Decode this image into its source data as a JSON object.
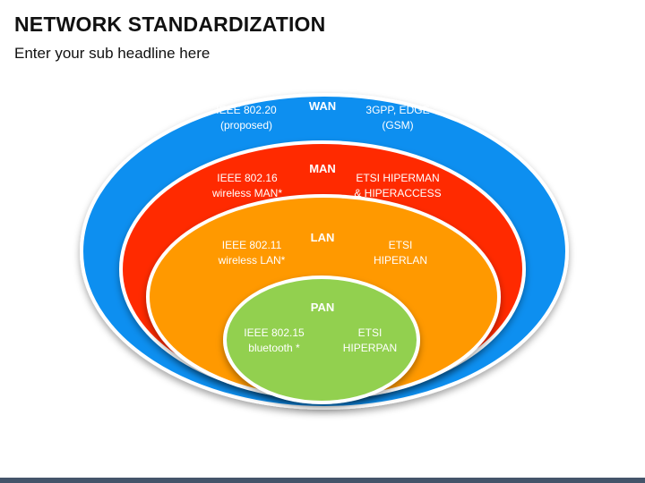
{
  "header": {
    "title": "NETWORK STANDARDIZATION",
    "subtitle": "Enter your sub headline here"
  },
  "rings": {
    "wan": {
      "label": "WAN",
      "color": "#0b8ff0",
      "left": [
        "IEEE 802.20",
        "(proposed)"
      ],
      "right": [
        "3GPP, EDGE",
        "(GSM)"
      ]
    },
    "man": {
      "label": "MAN",
      "color": "#ff2a00",
      "left": [
        "IEEE 802.16",
        "wireless MAN*"
      ],
      "right": [
        "ETSI HIPERMAN",
        "& HIPERACCESS"
      ]
    },
    "lan": {
      "label": "LAN",
      "color": "#ff9900",
      "left": [
        "IEEE 802.11",
        "wireless LAN*"
      ],
      "right": [
        "ETSI",
        "HIPERLAN"
      ]
    },
    "pan": {
      "label": "PAN",
      "color": "#92d050",
      "left": [
        "IEEE 802.15",
        "bluetooth *"
      ],
      "right": [
        "ETSI",
        "HIPERPAN"
      ]
    }
  },
  "footer": {
    "color": "#44546a"
  }
}
